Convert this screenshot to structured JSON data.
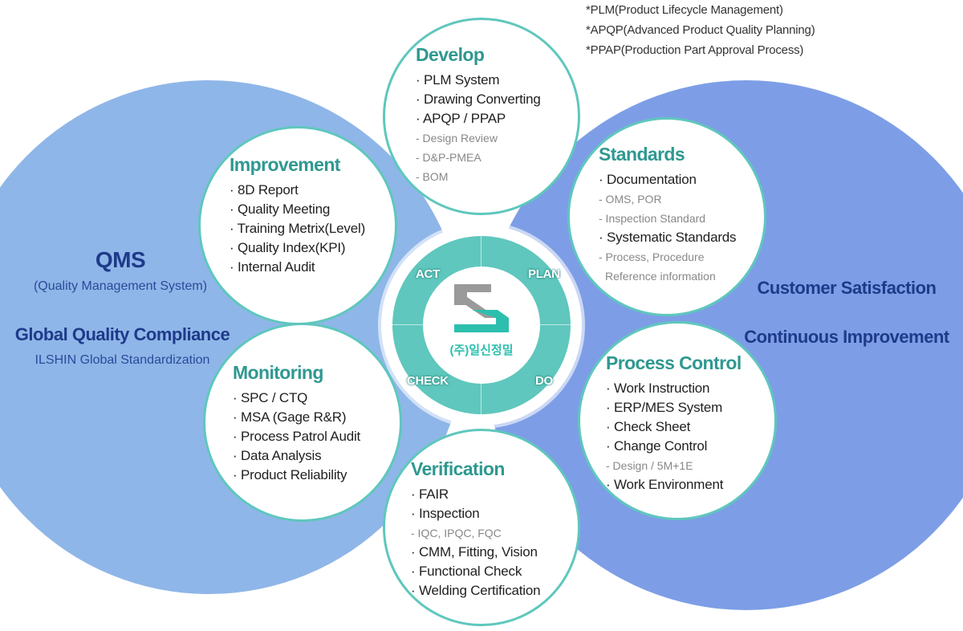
{
  "notes": [
    "*PLM(Product Lifecycle Management)",
    "*APQP(Advanced Product Quality Planning)",
    "*PPAP(Production Part Approval Process)"
  ],
  "left": {
    "title": "QMS",
    "subtitle": "(Quality Management System)",
    "compliance": "Global Quality Compliance",
    "standardization": "ILSHIN Global Standardization"
  },
  "right": {
    "line1": "Customer Satisfaction",
    "line2": "Continuous Improvement"
  },
  "center": {
    "company": "(주)일신정밀",
    "act": "ACT",
    "plan": "PLAN",
    "check": "CHECK",
    "do": "DO"
  },
  "develop": {
    "title": "Develop",
    "lines": [
      "· PLM System",
      "· Drawing Converting",
      "· APQP / PPAP",
      "- Design Review",
      "- D&P-PMEA",
      "- BOM"
    ]
  },
  "improvement": {
    "title": "Improvement",
    "lines": [
      "· 8D Report",
      "· Quality Meeting",
      "· Training Metrix(Level)",
      "· Quality Index(KPI)",
      "· Internal Audit"
    ]
  },
  "standards": {
    "title": "Standards",
    "lines": [
      "· Documentation",
      "- OMS, POR",
      "- Inspection Standard",
      "· Systematic Standards",
      "- Process, Procedure",
      "Reference information"
    ]
  },
  "monitoring": {
    "title": "Monitoring",
    "lines": [
      "· SPC / CTQ",
      "· MSA (Gage R&R)",
      "· Process Patrol Audit",
      "· Data Analysis",
      "· Product Reliability"
    ]
  },
  "process_control": {
    "title": "Process Control",
    "lines": [
      "· Work Instruction",
      "· ERP/MES System",
      "· Check Sheet",
      "· Change Control",
      "- Design / 5M+1E",
      "· Work Environment"
    ]
  },
  "verification": {
    "title": "Verification",
    "lines": [
      "· FAIR",
      "· Inspection",
      "- IQC, IPQC, FQC",
      "· CMM, Fitting, Vision",
      "· Functional Check",
      "· Welding Certification"
    ]
  },
  "colors": {
    "teal": "#5fc7bd",
    "title_teal": "#2f9890",
    "left_blue": "#8fb6e8",
    "right_blue": "#7d9ee6",
    "navy": "#1e3a8a"
  }
}
